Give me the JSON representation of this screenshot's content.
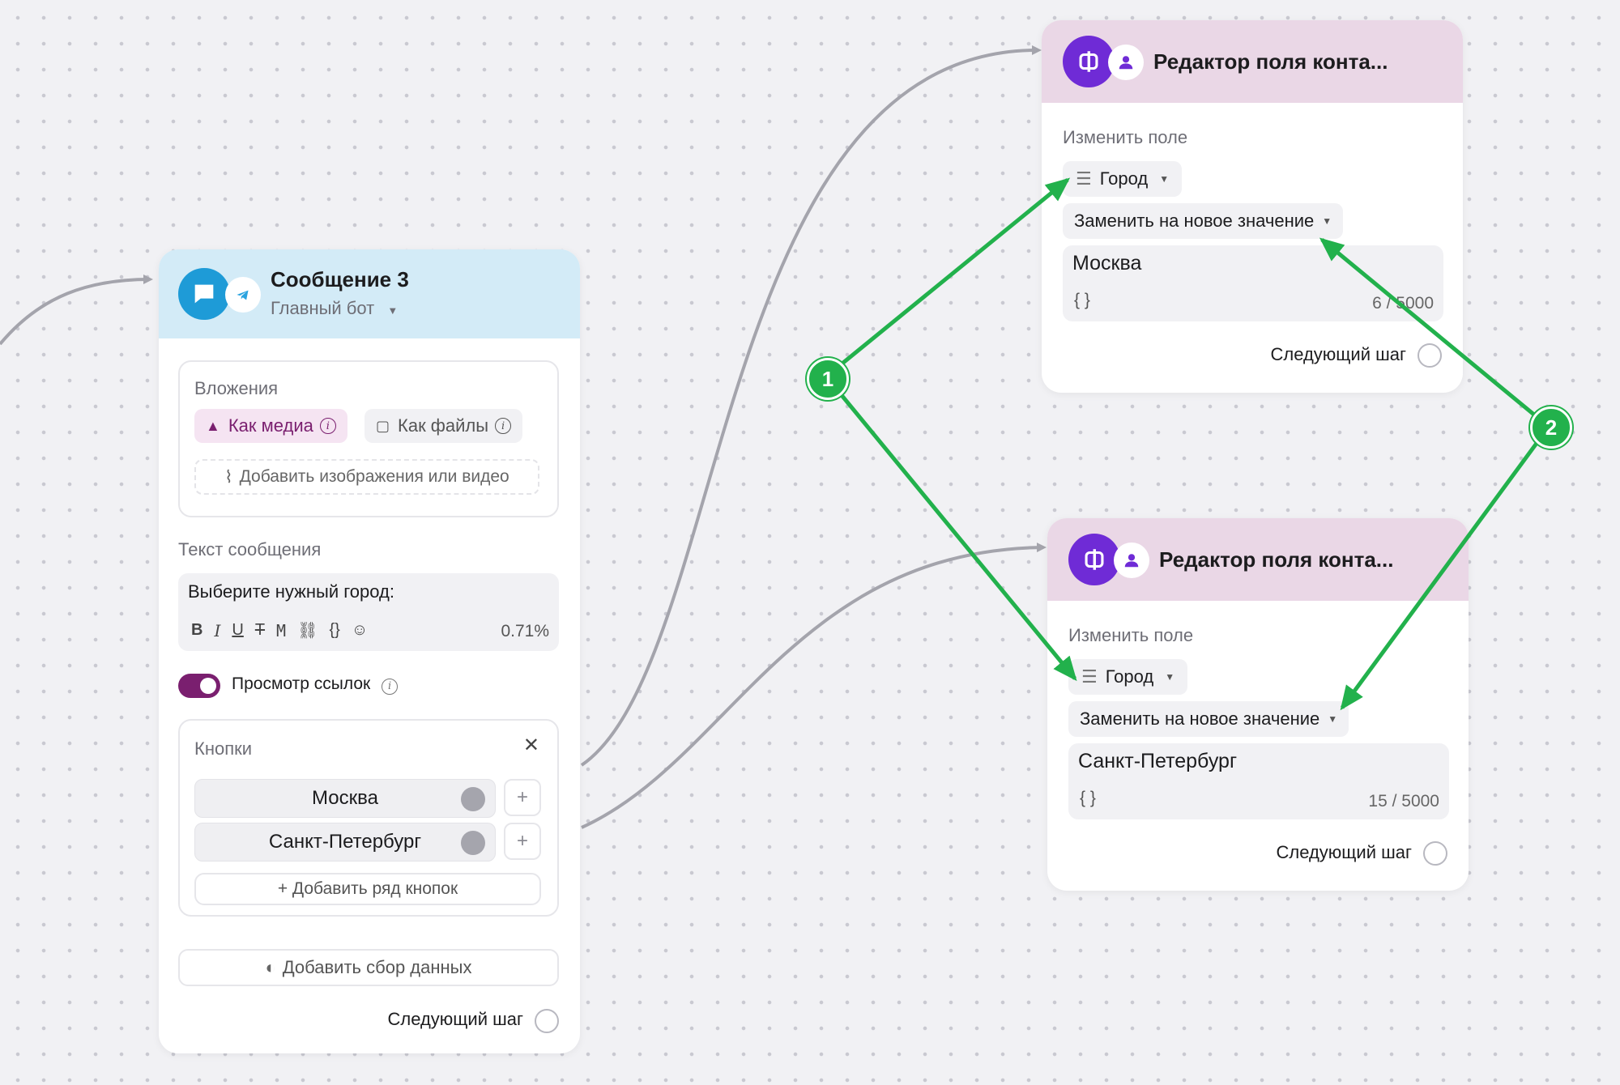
{
  "colors": {
    "accent_purple": "#7a1f6f",
    "editor_icon": "#6f2bd6",
    "message_icon": "#1e9bd7",
    "green_annotation": "#22b14c",
    "message_header": "#d3ebf7",
    "editor_header": "#ead7e6"
  },
  "message_card": {
    "title": "Сообщение 3",
    "bot_name": "Главный бот",
    "attachments": {
      "label": "Вложения",
      "as_media": "Как медиа",
      "as_files": "Как файлы",
      "add_media": "Добавить изображения или видео"
    },
    "message_text": {
      "label": "Текст сообщения",
      "value": "Выберите нужный город:",
      "percent": "0.71%",
      "toolbar": [
        "B",
        "I",
        "U",
        "T",
        "M",
        "link",
        "{ }",
        "emoji"
      ]
    },
    "link_preview": {
      "label": "Просмотр ссылок",
      "enabled": true
    },
    "buttons_section": {
      "label": "Кнопки",
      "buttons": [
        "Москва",
        "Санкт-Петербург"
      ],
      "add_row": "+ Добавить ряд кнопок"
    },
    "add_data_collection": "Добавить сбор данных",
    "next_step": "Следующий шаг"
  },
  "editor_cards": [
    {
      "title": "Редактор поля конта...",
      "change_field_label": "Изменить поле",
      "field": "Город",
      "mode": "Заменить на новое значение",
      "value": "Москва",
      "vars": "{ }",
      "counter": "6 / 5000",
      "next_step": "Следующий шаг"
    },
    {
      "title": "Редактор поля конта...",
      "change_field_label": "Изменить поле",
      "field": "Город",
      "mode": "Заменить на новое значение",
      "value": "Санкт-Петербург",
      "vars": "{ }",
      "counter": "15 / 5000",
      "next_step": "Следующий шаг"
    }
  ],
  "annotations": [
    "1",
    "2"
  ]
}
